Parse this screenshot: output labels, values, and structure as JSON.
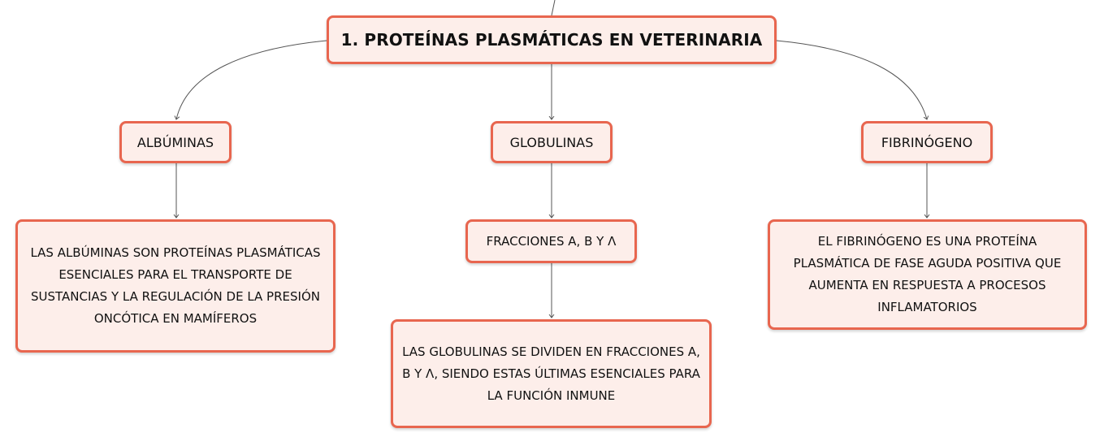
{
  "colors": {
    "node_border": "#e8664f",
    "node_fill": "#fdeeea",
    "connector": "#555555"
  },
  "root": {
    "label": "1. PROTEÍNAS PLASMÁTICAS EN VETERINARIA"
  },
  "topics": [
    {
      "label": "ALBÚMINAS"
    },
    {
      "label": "GLOBULINAS"
    },
    {
      "label": "FIBRINÓGENO"
    }
  ],
  "subtopics": {
    "albuminas_desc": "LAS ALBÚMINAS SON PROTEÍNAS PLASMÁTICAS ESENCIALES PARA EL TRANSPORTE DE SUSTANCIAS Y LA REGULACIÓN DE LA PRESIÓN ONCÓTICA EN MAMÍFEROS",
    "fracciones": "FRACCIONES Α, Β Y Λ",
    "globulinas_desc": "LAS GLOBULINAS SE DIVIDEN EN FRACCIONES Α, Β Y Λ, SIENDO ESTAS ÚLTIMAS ESENCIALES PARA LA FUNCIÓN INMUNE",
    "fibrinogeno_desc": "EL FIBRINÓGENO ES UNA PROTEÍNA PLASMÁTICA DE FASE AGUDA POSITIVA QUE AUMENTA EN RESPUESTA A PROCESOS INFLAMATORIOS"
  }
}
